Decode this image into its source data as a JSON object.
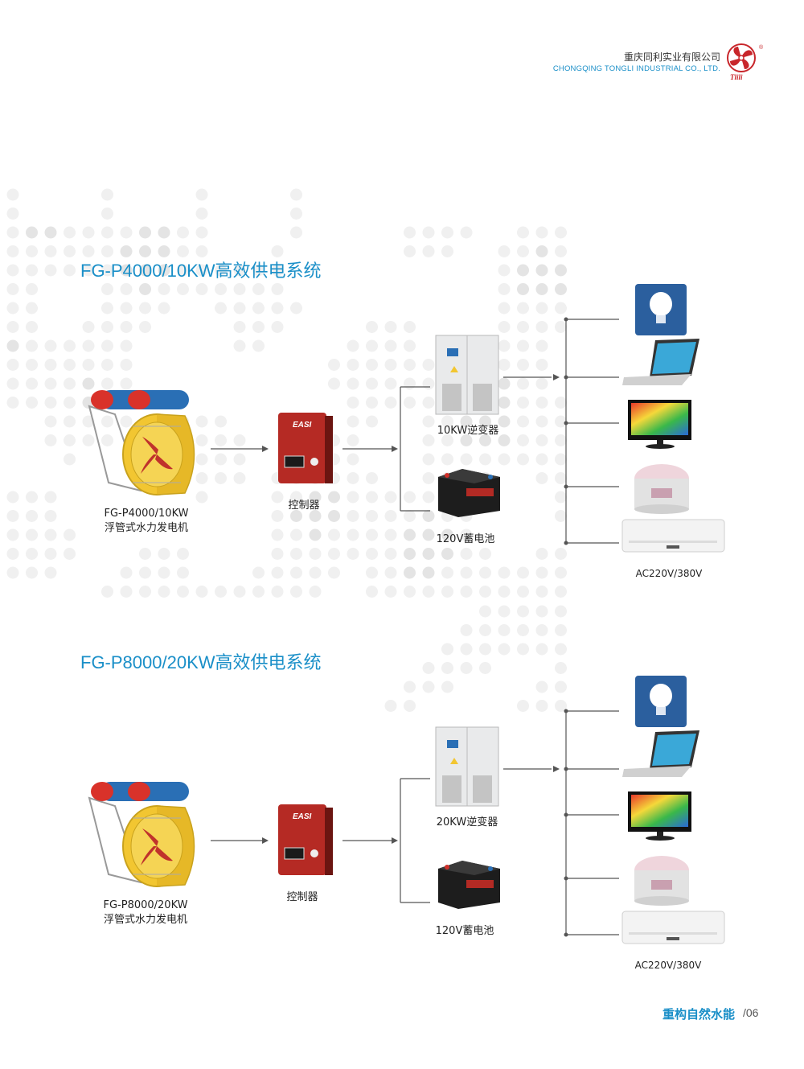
{
  "company": {
    "name_cn": "重庆同利实业有限公司",
    "name_en": "CHONGQING TONGLI INDUSTRIAL CO., LTD.",
    "logo_text": "Tlili",
    "registered_mark": "®"
  },
  "sections": [
    {
      "title": "FG-P4000/10KW高效供电系统",
      "generator_model": "FG-P4000/10KW",
      "generator_name": "浮管式水力发电机",
      "controller": "控制器",
      "inverter": "10KW逆变器",
      "battery": "120V蓄电池",
      "output": "AC220V/380V",
      "controller_brand": "EASI"
    },
    {
      "title": "FG-P8000/20KW高效供电系统",
      "generator_model": "FG-P8000/20KW",
      "generator_name": "浮管式水力发电机",
      "controller": "控制器",
      "inverter": "20KW逆变器",
      "battery": "120V蓄电池",
      "output": "AC220V/380V",
      "controller_brand": "EASI"
    }
  ],
  "footer": {
    "tagline": "重构自然水能",
    "page": "/06"
  },
  "colors": {
    "accent_blue": "#1a8fc8",
    "controller_red": "#b52a24",
    "generator_yellow": "#f2c631",
    "float_red": "#d9322a",
    "float_blue": "#2a6fb5"
  }
}
